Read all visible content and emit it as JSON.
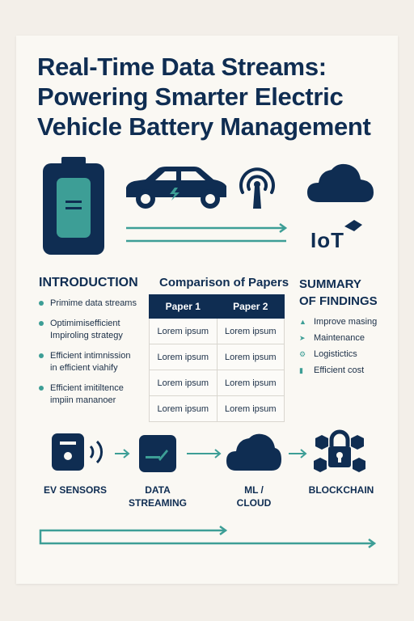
{
  "title": {
    "line1": "Real-Time Data Streams:",
    "line2": "Powering Smarter Electric",
    "line3": "Vehicle Battery Management"
  },
  "colors": {
    "navy": "#0f2d52",
    "teal": "#3d9e96",
    "background": "#faf8f3"
  },
  "hero": {
    "icons": [
      "battery-icon",
      "electric-car-icon",
      "antenna-signal-icon",
      "cloud-icon",
      "iot-icon"
    ],
    "iot_label": "IoT"
  },
  "introduction": {
    "heading": "INTRODUCTION",
    "items": [
      {
        "line1": "Primime data streams",
        "line2": ""
      },
      {
        "line1": "Optimimisefficient",
        "line2": "Impiroling strategy"
      },
      {
        "line1": "Efficient intimnission",
        "line2": "in efficient viahify"
      },
      {
        "line1": "Efficient imitiltence",
        "line2": "impiin mananoer"
      }
    ]
  },
  "comparison": {
    "heading": "Comparison of Papers",
    "columns": [
      "Paper 1",
      "Paper 2"
    ],
    "rows": [
      [
        "Lorem ipsum",
        "Lorem ipsum"
      ],
      [
        "Lorem ipsum",
        "Lorem ipsum"
      ],
      [
        "Lorem ipsum",
        "Lorem ipsum"
      ],
      [
        "Lorem ipsum",
        "Lorem ipsum"
      ]
    ]
  },
  "summary": {
    "heading_line1": "SUMMARY",
    "heading_line2": "OF FINDINGS",
    "items": [
      {
        "icon": "chevron-up-icon",
        "label": "Improve masing"
      },
      {
        "icon": "chevron-up-icon",
        "label": "Maintenance"
      },
      {
        "icon": "gear-icon",
        "label": "Logistictics"
      },
      {
        "icon": "bar-chart-icon",
        "label": "Efficient cost"
      }
    ]
  },
  "flow": {
    "steps": [
      {
        "icon": "ev-sensor-icon",
        "line1": "EV SENSORS",
        "line2": ""
      },
      {
        "icon": "data-streaming-icon",
        "line1": "DATA",
        "line2": "STREAMING"
      },
      {
        "icon": "cloud-icon",
        "line1": "ML /",
        "line2": "CLOUD"
      },
      {
        "icon": "blockchain-lock-icon",
        "line1": "BLOCKCHAIN",
        "line2": ""
      }
    ]
  }
}
